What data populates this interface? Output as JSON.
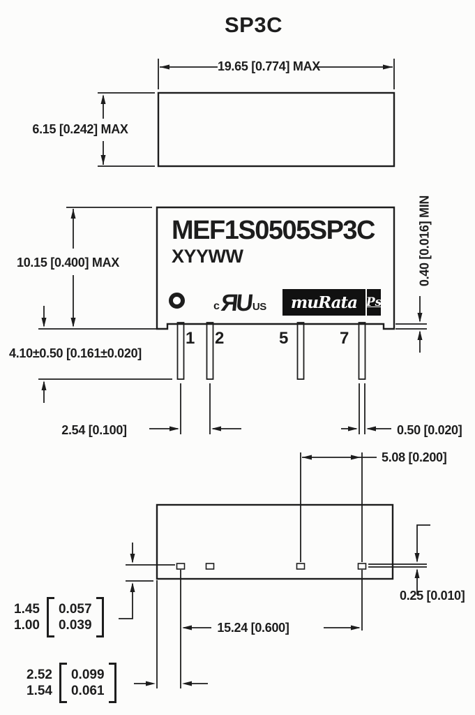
{
  "title": "SP3C",
  "front_view": {
    "part_number": "MEF1S0505SP3C",
    "marking_code": "XYYWW",
    "pin_labels": [
      "1",
      "2",
      "5",
      "7"
    ],
    "ul_mark": {
      "c": "c",
      "monogram": "ЯU",
      "us": "US"
    },
    "murata_logo": "muRata",
    "ps_logo": "Ps"
  },
  "dimensions": {
    "body_width_max": "19.65 [0.774] MAX",
    "body_depth_max": "6.15 [0.242] MAX",
    "body_height_max": "10.15 [0.400] MAX",
    "standoff_min": "0.40 [0.016] MIN",
    "pin_length": "4.10±0.50 [0.161±0.020]",
    "pin_pitch": "2.54 [0.100]",
    "pin_thickness": "0.50 [0.020]",
    "pad_span_5_7": "5.08 [0.200]",
    "pad_thickness": "0.25 [0.010]",
    "pin_span_1_7": "15.24 [0.600]",
    "pad_width": {
      "mm_max": "1.45",
      "mm_min": "1.00",
      "inch_max": "0.057",
      "inch_min": "0.039"
    },
    "pad_offset": {
      "mm_max": "2.52",
      "mm_min": "1.54",
      "inch_max": "0.099",
      "inch_min": "0.061"
    }
  },
  "colors": {
    "ink": "#1d1d1d",
    "paper": "#fcfcfb"
  }
}
